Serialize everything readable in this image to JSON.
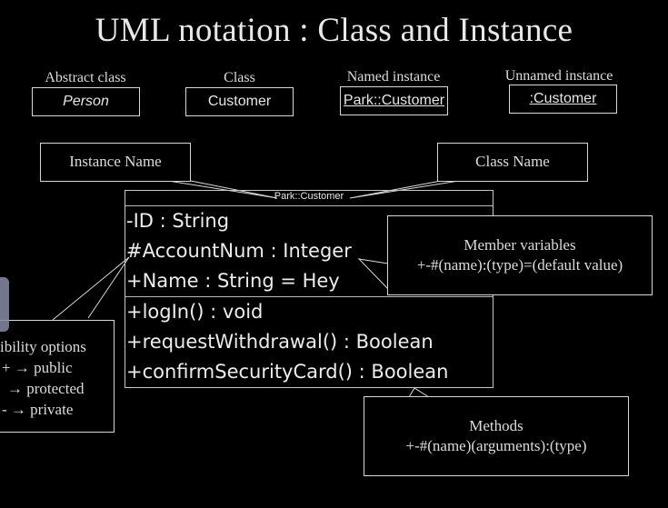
{
  "title": "UML notation : Class and Instance",
  "notations": [
    {
      "caption": "Abstract class",
      "box": "Person"
    },
    {
      "caption": "Class",
      "box": "Customer"
    },
    {
      "caption": "Named instance",
      "box": "Park::Customer"
    },
    {
      "caption": "Unnamed instance",
      "box": ":Customer"
    }
  ],
  "callouts": {
    "instance_name": "Instance Name",
    "class_name": "Class Name",
    "member_variables": {
      "title": "Member variables",
      "syntax": "+-#(name):(type)=(default value)"
    },
    "methods": {
      "title": "Methods",
      "syntax": "+-#(name)(arguments):(type)"
    },
    "visibility": {
      "title": "ibility options",
      "items": [
        "+ → public",
        "→ protected",
        "- → private"
      ]
    }
  },
  "uml_box": {
    "name": "Park::Customer",
    "attributes": [
      "-ID : String",
      "#AccountNum : Integer",
      "+Name : String = Hey"
    ],
    "methods": [
      "+logIn() : void",
      "+requestWithdrawal() : Boolean",
      "+confirmSecurityCard() : Boolean"
    ]
  }
}
